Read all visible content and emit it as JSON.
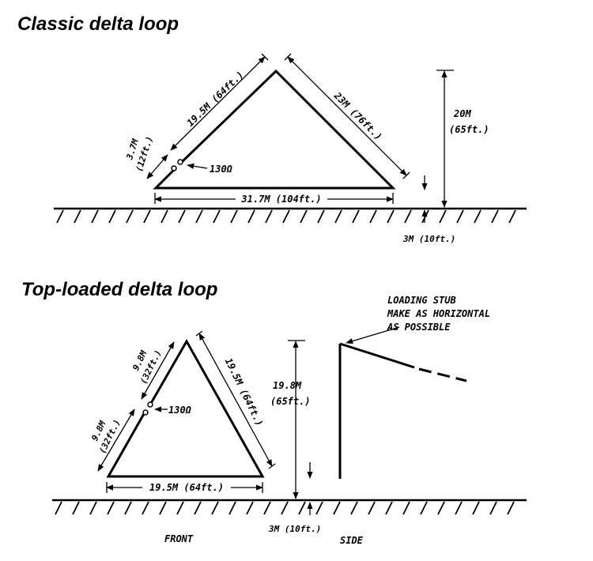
{
  "classic": {
    "title": "Classic delta loop",
    "left_side_upper": "19.5M (64ft.)",
    "left_side_lower_m": "3.7M",
    "left_side_lower_ft": "(12ft.)",
    "right_side": "23M (76ft.)",
    "base": "31.7M (104ft.)",
    "feed": "130Ω",
    "height_m": "20M",
    "height_ft": "(65ft.)",
    "clearance": "3M (10ft.)"
  },
  "toploaded": {
    "title": "Top-loaded delta loop",
    "left_upper_m": "9.8M",
    "left_upper_ft": "(32ft.)",
    "left_lower_m": "9.8M",
    "left_lower_ft": "(32ft.)",
    "right_side": "19.5M (64ft.)",
    "base": "19.5M (64ft.)",
    "feed": "130Ω",
    "height_m": "19.8M",
    "height_ft": "(65ft.)",
    "clearance": "3M (10ft.)",
    "stub_line1": "LOADING STUB",
    "stub_line2": "MAKE AS HORIZONTAL",
    "stub_line3": "AS POSSIBLE",
    "front_label": "FRONT",
    "side_label": "SIDE"
  }
}
